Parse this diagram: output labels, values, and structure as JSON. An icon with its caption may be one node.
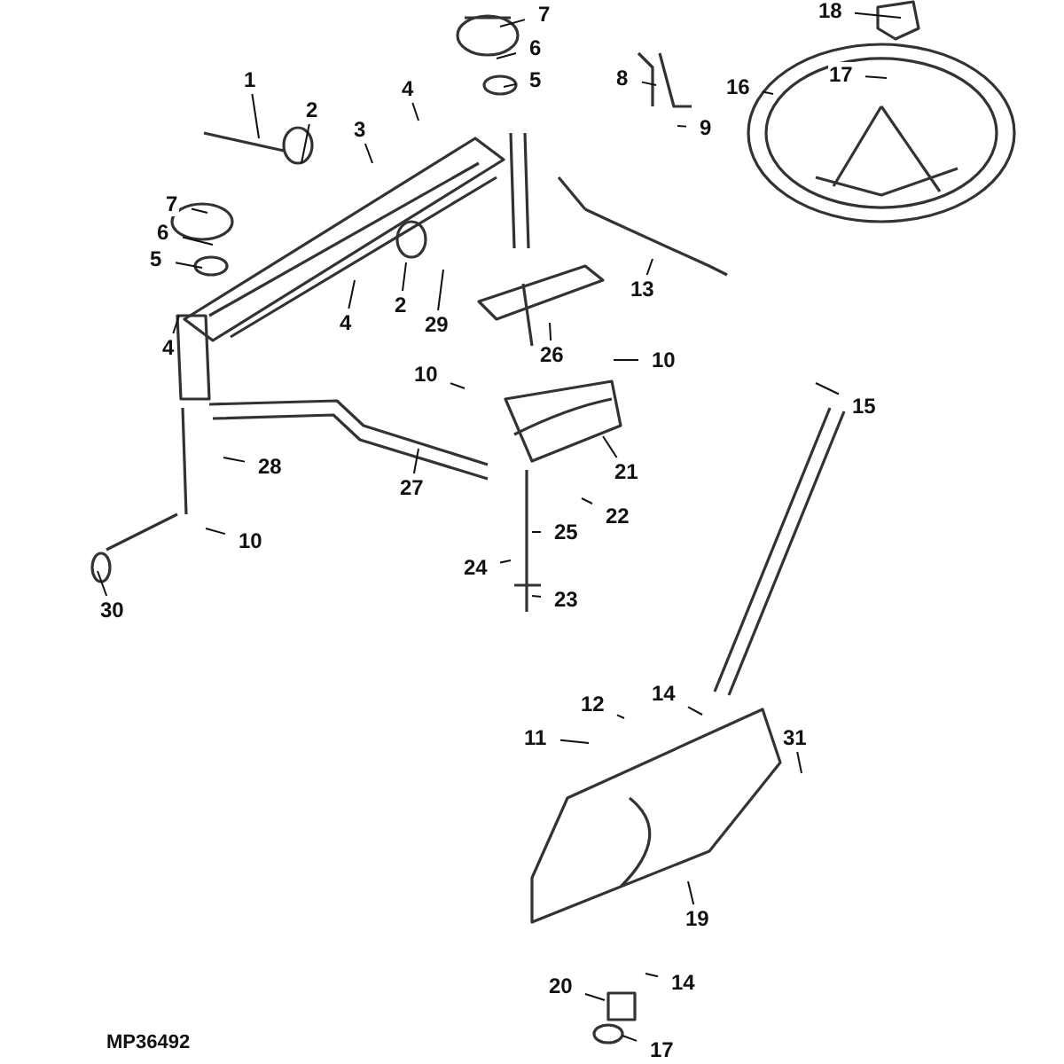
{
  "diagram": {
    "nodes": [
      {
        "text": [
          "1"
        ]
      },
      {
        "text": [
          "2"
        ]
      },
      {
        "text": [
          "3"
        ]
      },
      {
        "text": [
          "4"
        ]
      },
      {
        "text": [
          "7"
        ]
      },
      {
        "text": [
          "6"
        ]
      },
      {
        "text": [
          "5"
        ]
      },
      {
        "text": [
          "8"
        ]
      },
      {
        "text": [
          "9"
        ]
      },
      {
        "text": [
          "18"
        ]
      },
      {
        "text": [
          "17"
        ]
      },
      {
        "text": [
          "16"
        ]
      },
      {
        "text": [
          "7"
        ]
      },
      {
        "text": [
          "6"
        ]
      },
      {
        "text": [
          "5"
        ]
      },
      {
        "text": [
          "2"
        ]
      },
      {
        "text": [
          "4"
        ]
      },
      {
        "text": [
          "29"
        ]
      },
      {
        "text": [
          "4"
        ]
      },
      {
        "text": [
          "13"
        ]
      },
      {
        "text": [
          "26"
        ]
      },
      {
        "text": [
          "10"
        ]
      },
      {
        "text": [
          "10"
        ]
      },
      {
        "text": [
          "15"
        ]
      },
      {
        "text": [
          "28"
        ]
      },
      {
        "text": [
          "27"
        ]
      },
      {
        "text": [
          "21"
        ]
      },
      {
        "text": [
          "22"
        ]
      },
      {
        "text": [
          "10"
        ]
      },
      {
        "text": [
          "25"
        ]
      },
      {
        "text": [
          "24"
        ]
      },
      {
        "text": [
          "30"
        ]
      },
      {
        "text": [
          "23"
        ]
      },
      {
        "text": [
          "12"
        ]
      },
      {
        "text": [
          "14"
        ]
      },
      {
        "text": [
          "11"
        ]
      },
      {
        "text": [
          "31"
        ]
      },
      {
        "text": [
          "19"
        ]
      },
      {
        "text": [
          "14"
        ]
      },
      {
        "text": [
          "20"
        ]
      },
      {
        "text": [
          "17"
        ]
      }
    ],
    "edges": [
      {
        "from": 0,
        "to": null,
        "arrow": "none"
      },
      {
        "from": 1,
        "to": null,
        "arrow": "none"
      },
      {
        "from": 2,
        "to": null,
        "arrow": "none"
      },
      {
        "from": 3,
        "to": null,
        "arrow": "none"
      },
      {
        "from": 4,
        "to": null,
        "arrow": "none"
      },
      {
        "from": 5,
        "to": null,
        "arrow": "none"
      },
      {
        "from": 6,
        "to": null,
        "arrow": "none"
      },
      {
        "from": 7,
        "to": null,
        "arrow": "none"
      },
      {
        "from": 8,
        "to": null,
        "arrow": "none"
      },
      {
        "from": 9,
        "to": null,
        "arrow": "none"
      },
      {
        "from": 10,
        "to": null,
        "arrow": "none"
      },
      {
        "from": 11,
        "to": null,
        "arrow": "none"
      },
      {
        "from": 12,
        "to": null,
        "arrow": "none"
      },
      {
        "from": 13,
        "to": null,
        "arrow": "none"
      },
      {
        "from": 14,
        "to": null,
        "arrow": "none"
      },
      {
        "from": 15,
        "to": null,
        "arrow": "none"
      },
      {
        "from": 16,
        "to": null,
        "arrow": "none"
      },
      {
        "from": 17,
        "to": null,
        "arrow": "none"
      },
      {
        "from": 18,
        "to": null,
        "arrow": "none"
      },
      {
        "from": 19,
        "to": null,
        "arrow": "none"
      },
      {
        "from": 20,
        "to": null,
        "arrow": "none"
      },
      {
        "from": 21,
        "to": null,
        "arrow": "none"
      },
      {
        "from": 22,
        "to": null,
        "arrow": "none"
      },
      {
        "from": 23,
        "to": null,
        "arrow": "none"
      },
      {
        "from": 24,
        "to": null,
        "arrow": "none"
      },
      {
        "from": 25,
        "to": null,
        "arrow": "none"
      },
      {
        "from": 26,
        "to": null,
        "arrow": "none"
      },
      {
        "from": 27,
        "to": null,
        "arrow": "none"
      },
      {
        "from": 28,
        "to": null,
        "arrow": "none"
      },
      {
        "from": 29,
        "to": null,
        "arrow": "none"
      },
      {
        "from": 30,
        "to": null,
        "arrow": "none"
      },
      {
        "from": 31,
        "to": null,
        "arrow": "none"
      },
      {
        "from": 32,
        "to": null,
        "arrow": "none"
      },
      {
        "from": 33,
        "to": null,
        "arrow": "none"
      },
      {
        "from": 34,
        "to": null,
        "arrow": "none"
      },
      {
        "from": 35,
        "to": null,
        "arrow": "none"
      },
      {
        "from": 36,
        "to": null,
        "arrow": "none"
      },
      {
        "from": 37,
        "to": null,
        "arrow": "none"
      },
      {
        "from": 38,
        "to": null,
        "arrow": "none"
      },
      {
        "from": 39,
        "to": null,
        "arrow": "none"
      },
      {
        "from": 40,
        "to": null,
        "arrow": "none"
      }
    ],
    "labels": [
      "MP36492"
    ]
  }
}
